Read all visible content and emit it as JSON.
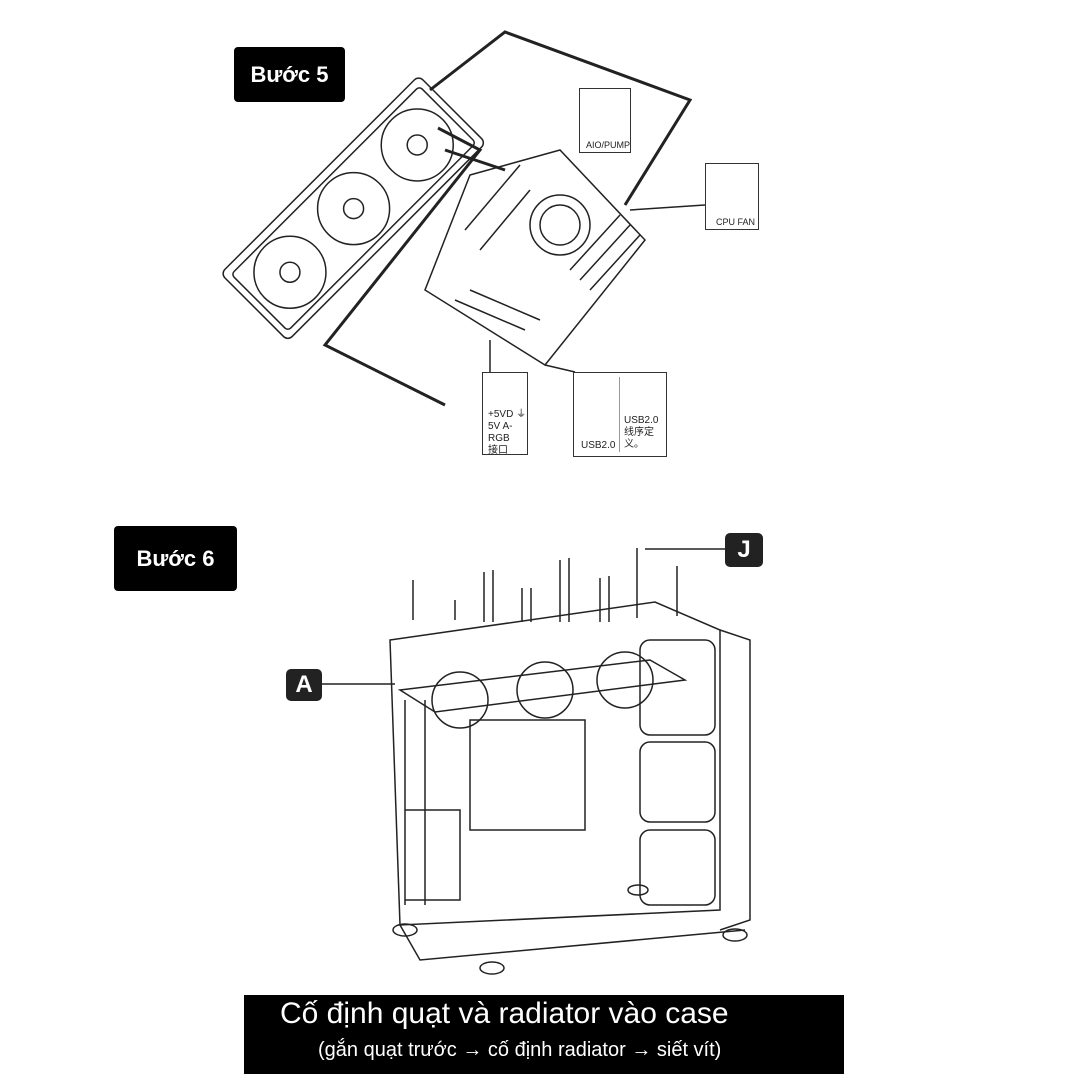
{
  "step5": {
    "label": "Bước 5",
    "callouts": {
      "aio_pump": "AIO/PUMP",
      "cpu_fan": "CPU FAN",
      "argb_line1": "+5VD ⏚",
      "argb_line2": "5V A-RGB",
      "argb_line3": "接口",
      "usb_label": "USB2.0",
      "usb_def": "USB2.0线序定义。"
    }
  },
  "step6": {
    "label": "Bước 6",
    "marker_j": "J",
    "marker_a": "A"
  },
  "caption": {
    "title": "Cố định quạt và radiator vào case",
    "subtitle": "(gắn quạt trước → cố định radiator → siết vít)"
  }
}
